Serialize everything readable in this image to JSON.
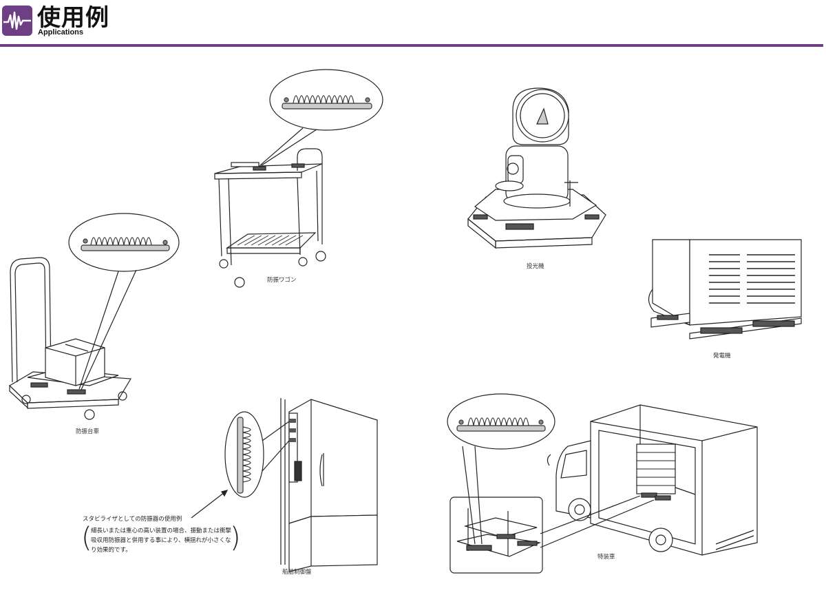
{
  "header": {
    "title": "使用例",
    "subtitle": "Applications",
    "accent_color": "#6f3f86",
    "icon": "waveform-icon"
  },
  "captions": {
    "cart": "防振台車",
    "wagon": "防振ワゴン",
    "projector": "投光機",
    "generator": "発電機",
    "ship_panel": "船舶制御盤",
    "vehicle": "特装車"
  },
  "note": {
    "title": "スタビライザとしての防振器の使用例",
    "body": "細長いまたは重心の高い装置の場合、振動または衝撃吸収用防振器と併用する事により、横揺れが小さくなり効果的です。"
  }
}
